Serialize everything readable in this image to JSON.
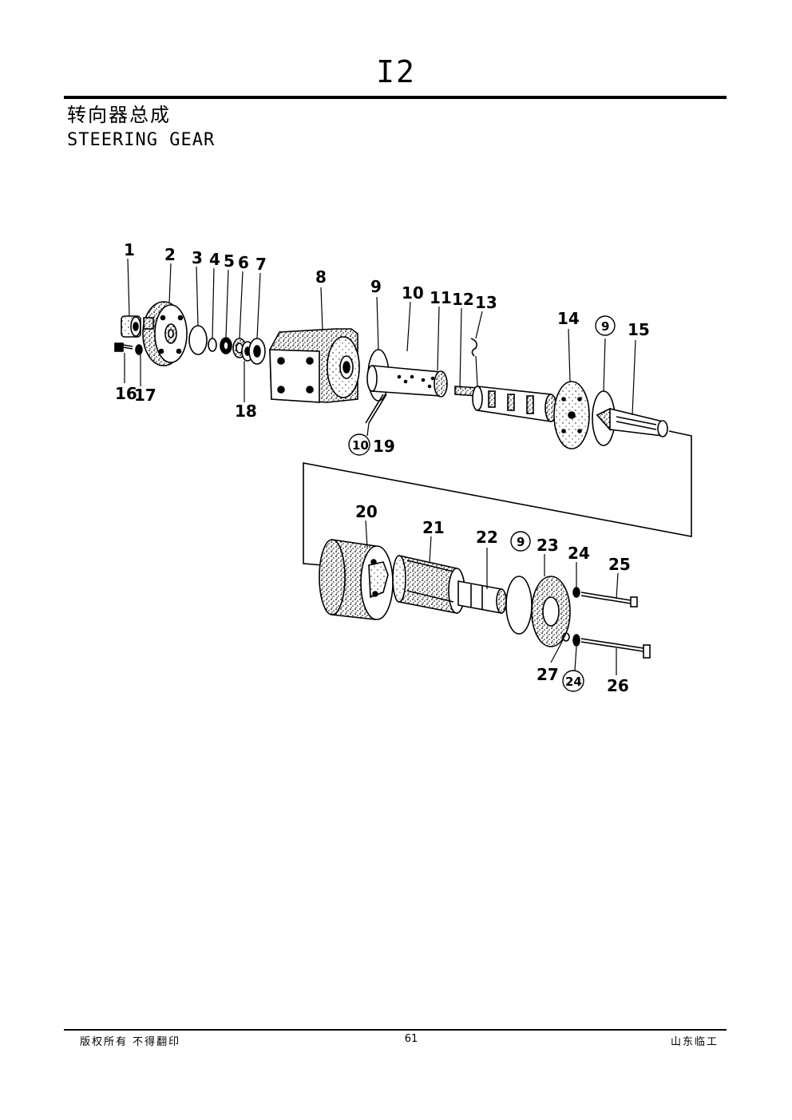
{
  "header": {
    "page_code": "I2"
  },
  "title": {
    "zh": "转向器总成",
    "en": "STEERING GEAR"
  },
  "callouts": {
    "c1": "1",
    "c2": "2",
    "c3": "3",
    "c4": "4",
    "c5": "5",
    "c6": "6",
    "c7": "7",
    "c8": "8",
    "c9": "9",
    "c10": "10",
    "c11": "11",
    "c12": "12",
    "c13": "13",
    "c14": "14",
    "c9b": "9",
    "c15": "15",
    "c16": "16",
    "c17": "17",
    "c18": "18",
    "c10b": "10",
    "c19": "19",
    "c20": "20",
    "c21": "21",
    "c22": "22",
    "c9c": "9",
    "c23": "23",
    "c24": "24",
    "c25": "25",
    "c27": "27",
    "c24b": "24",
    "c26": "26"
  },
  "footer": {
    "left": "版权所有  不得翻印",
    "page_number": "61",
    "right": "山东临工"
  }
}
